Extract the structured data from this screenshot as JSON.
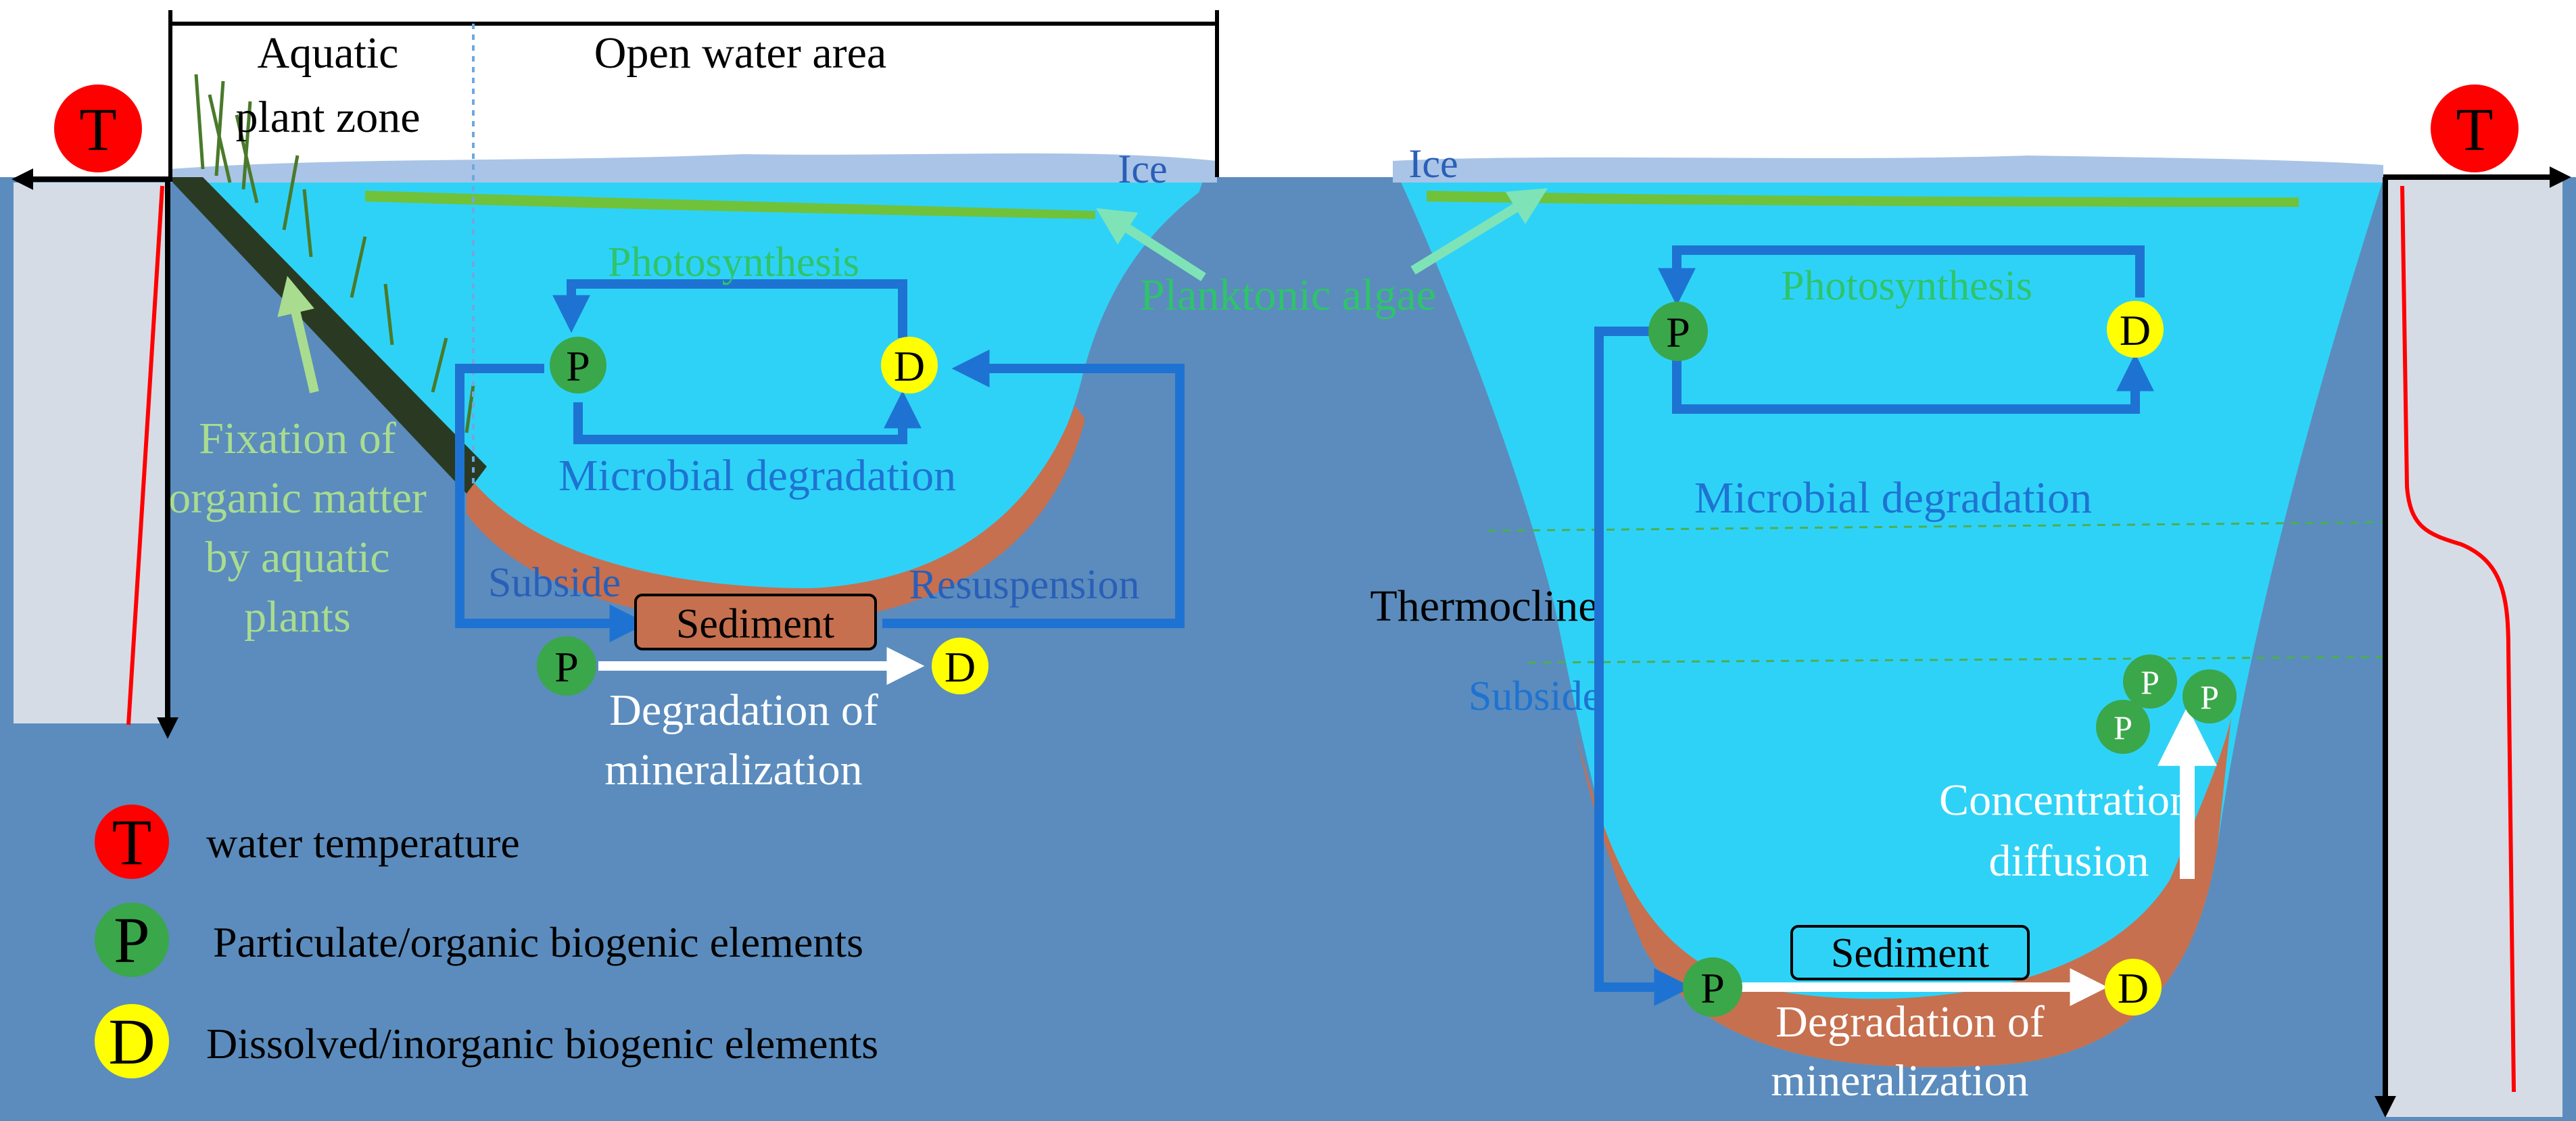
{
  "colors": {
    "sky": "#ffffff",
    "bedrock": "#5b8cbd",
    "water": "#2fd2f7",
    "ice": "#a9c4e6",
    "sediment": "#c6704f",
    "algae": "#6fc23a",
    "cycle_arrow": "#1e73d2",
    "green_text": "#2ec46a",
    "light_green_text": "#a9dc8f",
    "blue_text": "#1e73d2",
    "dark_blue_text": "#2a5fb8",
    "temperature": "#ff0000",
    "particulate": "#3aa74a",
    "dissolved": "#ffff00",
    "profile_panel": "#d6dce6"
  },
  "header": {
    "aquatic_plant_zone": [
      "Aquatic",
      "plant zone"
    ],
    "open_water_area": "Open water area"
  },
  "labels": {
    "ice": "Ice",
    "planktonic_algae": "Planktonic algae",
    "photosynthesis": "Photosynthesis",
    "microbial_degradation": "Microbial degradation",
    "subside": "Subside",
    "resuspension": "Resuspension",
    "sediment": "Sediment",
    "degradation_of_mineralization": [
      "Degradation of",
      "mineralization"
    ],
    "fixation": [
      "Fixation of",
      "organic matter",
      "by aquatic",
      "plants"
    ],
    "thermocline": "Thermocline",
    "concentration_diffusion": [
      "Concentration",
      "diffusion"
    ]
  },
  "symbols": {
    "temperature": "T",
    "particulate": "P",
    "dissolved": "D"
  },
  "legend": [
    {
      "symbol": "T",
      "icon": "temperature-icon",
      "text": "water temperature"
    },
    {
      "symbol": "P",
      "icon": "particulate-icon",
      "text": "Particulate/organic biogenic elements"
    },
    {
      "symbol": "D",
      "icon": "dissolved-icon",
      "text": "Dissolved/inorganic biogenic elements"
    }
  ]
}
